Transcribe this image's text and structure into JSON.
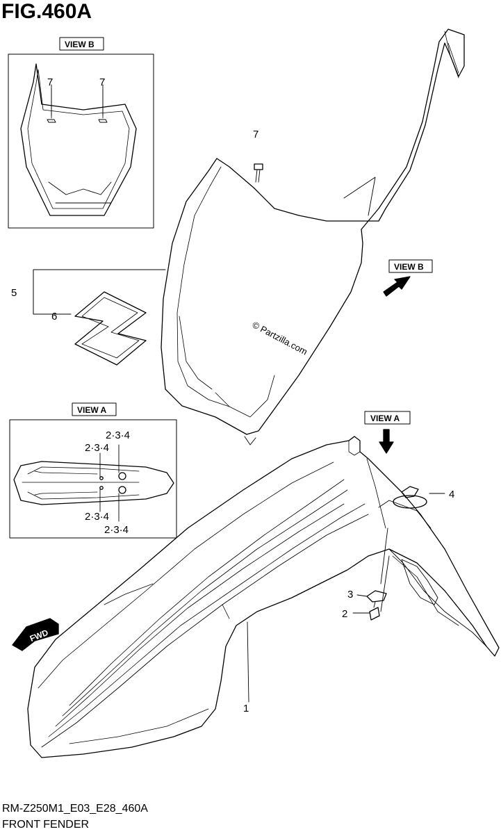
{
  "figure": {
    "title": "FIG.460A",
    "code": "RM-Z250M1_E03_E28_460A",
    "name": "FRONT FENDER",
    "watermark": "© Partzilla.com"
  },
  "view_labels": {
    "view_b_inset": "VIEW B",
    "view_b_pointer": "VIEW B",
    "view_a_inset": "VIEW A",
    "view_a_pointer": "VIEW A"
  },
  "callouts": {
    "part_1": "1",
    "part_2": "2",
    "part_3": "3",
    "part_4": "4",
    "part_5": "5",
    "part_6": "6",
    "part_7_main": "7",
    "part_7_inset_left": "7",
    "part_7_inset_right": "7",
    "view_a_top_right": "2·3·4",
    "view_a_top_left": "2·3·4",
    "view_a_bottom_left": "2·3·4",
    "view_a_bottom_right": "2·3·4"
  },
  "direction_badge": "FWD",
  "colors": {
    "line": "#000000",
    "background": "#ffffff"
  }
}
